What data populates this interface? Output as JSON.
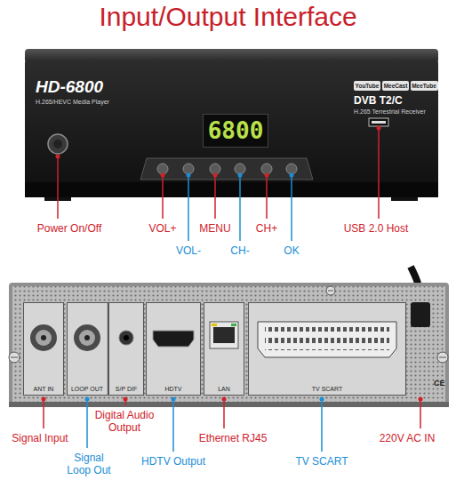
{
  "diagram": {
    "title": "Input/Output Interface",
    "nodes": [
      {
        "text": [
          "HD-6800",
          "H.265/HEVC Media Player",
          "DVB T2/C",
          "H.265 Terrestrial Receiver"
        ]
      },
      {
        "text": [
          "6800"
        ],
        "in": 0
      },
      {
        "text": [
          "YouTube"
        ],
        "in": 0
      },
      {
        "text": [
          "MeeCast"
        ],
        "in": 0
      },
      {
        "text": [
          "MeeTube"
        ],
        "in": 0
      },
      {
        "text": [
          "CE"
        ]
      },
      {
        "text": [
          "ANT IN"
        ],
        "in": 5
      },
      {
        "text": [
          "LOOP OUT"
        ],
        "in": 5
      },
      {
        "text": [
          "S/P DIF"
        ],
        "in": 5
      },
      {
        "text": [
          "HDTV"
        ],
        "in": 5
      },
      {
        "text": [
          "LAN"
        ],
        "in": 5
      },
      {
        "text": [
          "TV SCART"
        ],
        "in": 5
      }
    ],
    "labels": [
      "Power On/Off",
      "VOL+",
      "VOL-",
      "MENU",
      "CH-",
      "CH+",
      "OK",
      "USB 2.0 Host",
      "Signal Input",
      "Signal Loop Out",
      "Digital Audio Output",
      "HDTV Output",
      "Ethernet RJ45",
      "TV SCART",
      "220V AC IN"
    ]
  }
}
